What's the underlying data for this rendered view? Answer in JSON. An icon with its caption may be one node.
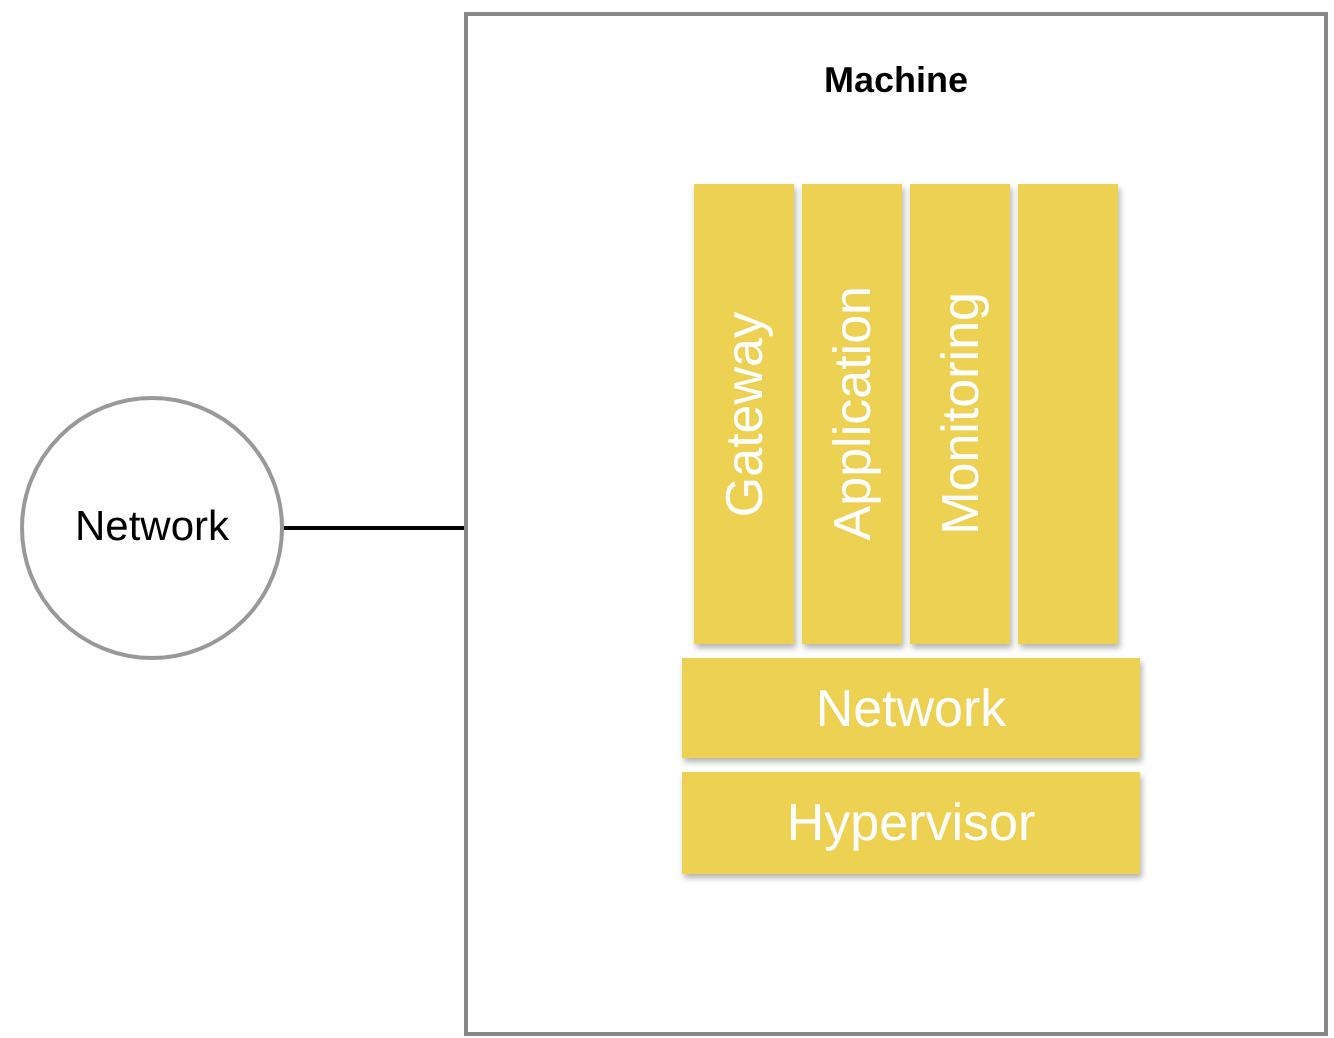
{
  "diagram": {
    "nodes": [
      {
        "text": [
          "Network"
        ]
      },
      {
        "text": [
          "Machine"
        ]
      },
      {
        "text": [
          "Gateway"
        ],
        "in": 1
      },
      {
        "text": [
          "Application"
        ],
        "in": 1
      },
      {
        "text": [
          "Monitoring"
        ],
        "in": 1
      },
      {
        "text": [],
        "shape": "box",
        "in": 1
      },
      {
        "text": [
          "Network"
        ],
        "in": 1
      },
      {
        "text": [
          "Hypervisor"
        ],
        "in": 1
      }
    ],
    "edges": [
      {
        "from": 0,
        "to": 1,
        "arrow": "none"
      }
    ]
  }
}
